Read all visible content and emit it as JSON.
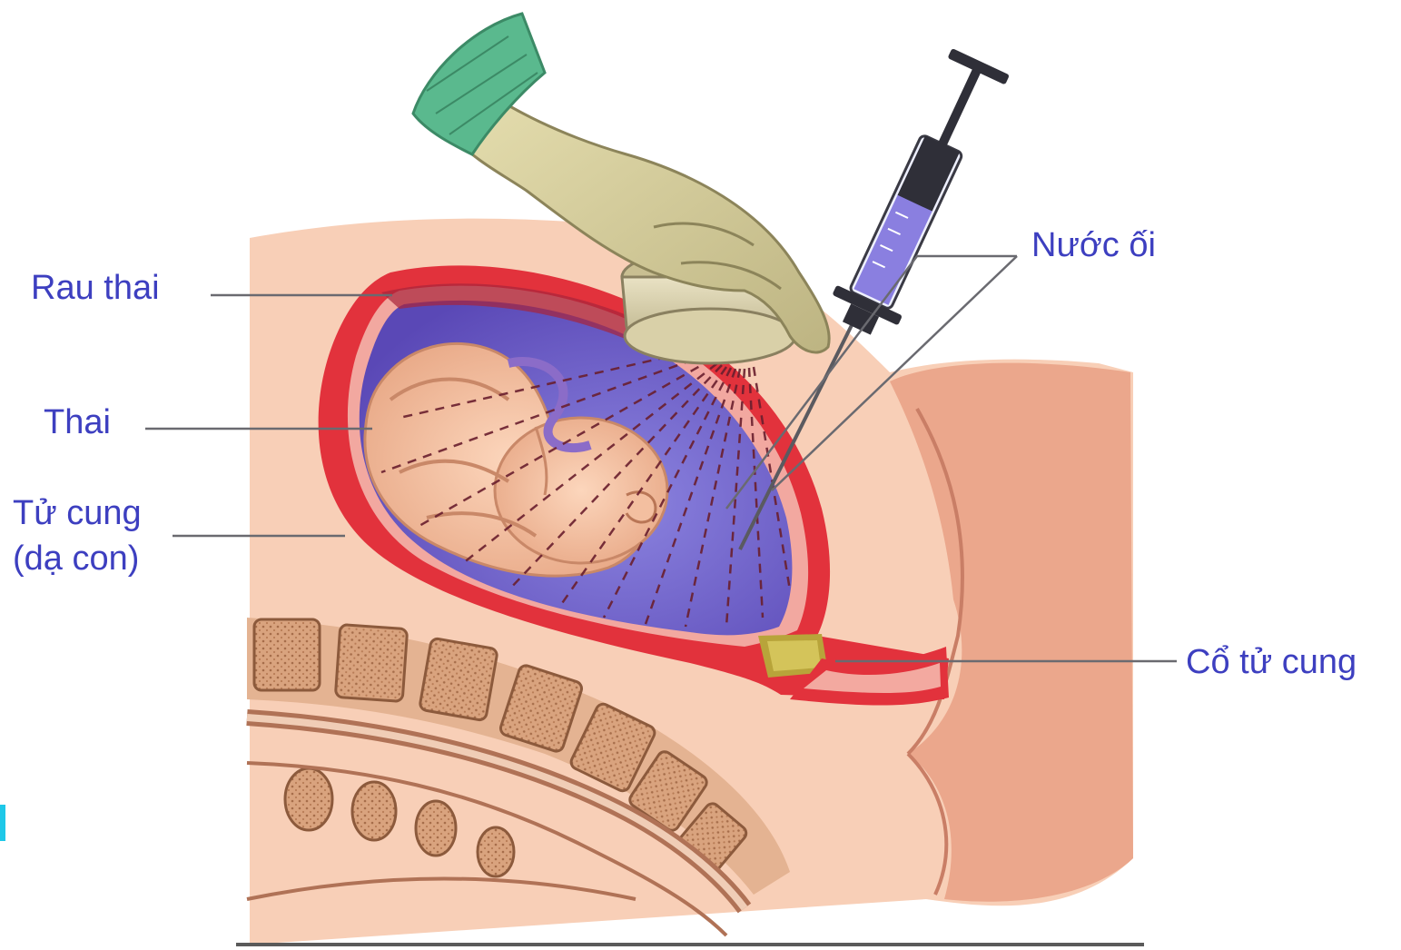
{
  "labels": {
    "rau_thai": "Rau thai",
    "thai": "Thai",
    "tu_cung_line1": "Tử cung",
    "tu_cung_line2": "(dạ con)",
    "nuoc_oi": "Nước ối",
    "co_tu_cung": "Cổ tử cung"
  },
  "colors": {
    "label_text": "#3d3fc0",
    "skin": "#f6c8ae",
    "uterus_wall": "#e0303c",
    "amniotic_fluid": "#6d5fc8",
    "glove": "#d8d2a0",
    "cuff": "#5bb890",
    "spine": "#c98f6a",
    "syringe_liquid": "#8a7fe0"
  },
  "icons": {
    "hand": "gloved-hand-icon",
    "probe": "ultrasound-probe-icon",
    "syringe": "syringe-icon"
  }
}
